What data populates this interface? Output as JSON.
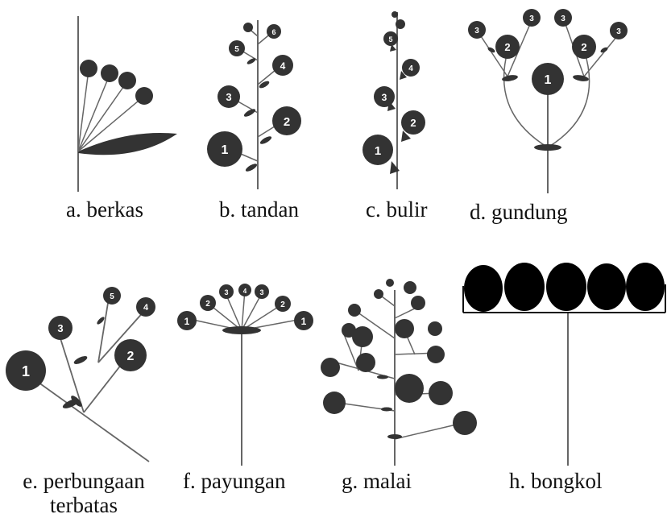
{
  "colors": {
    "flower": "#333333",
    "flower_solid": "#000000",
    "stem": "#555555",
    "label_text": "#ffffff",
    "background": "#ffffff"
  },
  "panels": {
    "a": {
      "caption": "a. berkas",
      "flower_numbers": []
    },
    "b": {
      "caption": "b. tandan",
      "flower_numbers": [
        "1",
        "2",
        "3",
        "4",
        "5",
        "6"
      ]
    },
    "c": {
      "caption": "c. bulir",
      "flower_numbers": [
        "1",
        "2",
        "3",
        "4",
        "5"
      ]
    },
    "d": {
      "caption": "d. gundung",
      "flower_numbers": [
        "1",
        "2",
        "2",
        "3",
        "3",
        "3",
        "3"
      ]
    },
    "e": {
      "caption_line1": "e. perbungaan",
      "caption_line2": "terbatas",
      "flower_numbers": [
        "1",
        "2",
        "3",
        "4",
        "5"
      ]
    },
    "f": {
      "caption": "f. payungan",
      "flower_numbers": [
        "1",
        "2",
        "3",
        "4",
        "3",
        "2",
        "1"
      ]
    },
    "g": {
      "caption": "g. malai",
      "flower_numbers": []
    },
    "h": {
      "caption": "h. bongkol",
      "flower_numbers": []
    }
  }
}
